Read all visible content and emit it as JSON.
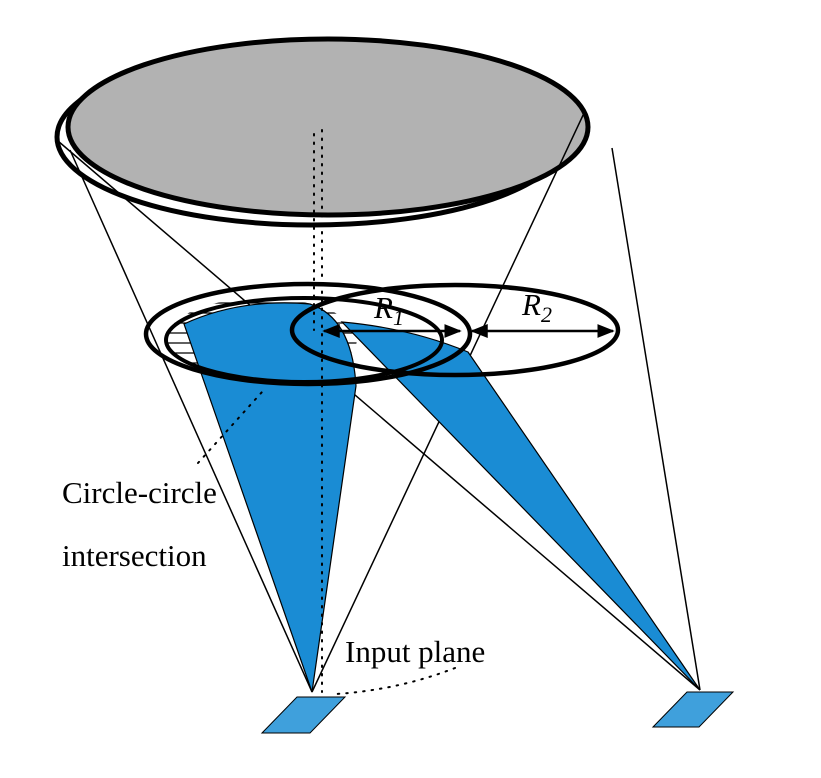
{
  "labels": {
    "circle_intersection_line1": "Circle-circle",
    "circle_intersection_line2": "intersection",
    "input_plane": "Input plane",
    "r1": {
      "base": "R",
      "sub": "1"
    },
    "r2": {
      "base": "R",
      "sub": "2"
    }
  },
  "colors": {
    "cone_blue": "#1a8cd4",
    "patch_blue": "#3fa0dc",
    "ellipse_gray": "#b2b2b2",
    "line_black": "#000000"
  }
}
